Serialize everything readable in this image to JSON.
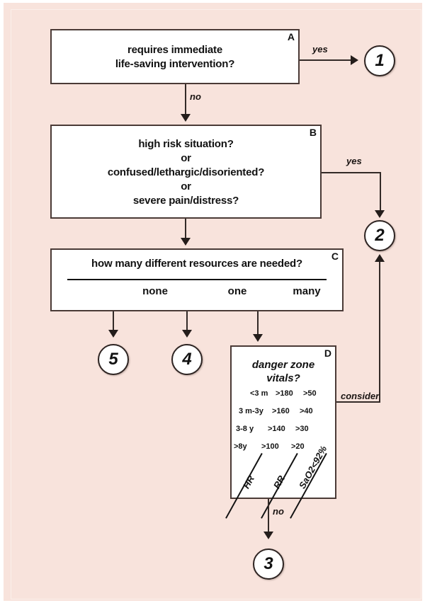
{
  "figure": {
    "title": "Emergency Severity Index triage algorithm",
    "background_color": "#f8e3dc",
    "box_fill": "#ffffff",
    "line_color": "#332a27"
  },
  "boxes": {
    "a": {
      "letter": "A",
      "line1": "requires immediate",
      "line2": "life-saving intervention?"
    },
    "b": {
      "letter": "B",
      "line1": "high risk situation?",
      "line2": "or",
      "line3": "confused/lethargic/disoriented?",
      "line4": "or",
      "line5": "severe pain/distress?"
    },
    "c": {
      "letter": "C",
      "question": "how many different resources are needed?",
      "options": [
        "none",
        "one",
        "many"
      ]
    },
    "d": {
      "letter": "D",
      "title_line1": "danger zone",
      "title_line2": "vitals?",
      "columns": [
        "HR",
        "RR",
        "SaO2<92%"
      ],
      "rows": [
        {
          "age": "<3 m",
          "hr": ">180",
          "rr": ">50"
        },
        {
          "age": "3 m-3y",
          "hr": ">160",
          "rr": ">40"
        },
        {
          "age": "3-8 y",
          "hr": ">140",
          "rr": ">30"
        },
        {
          "age": ">8y",
          "hr": ">100",
          "rr": ">20"
        }
      ]
    }
  },
  "outcomes": {
    "level1": "1",
    "level2": "2",
    "level3": "3",
    "level4": "4",
    "level5": "5"
  },
  "edges": {
    "a_yes": "yes",
    "a_no": "no",
    "b_yes": "yes",
    "d_consider": "consider",
    "d_no": "no"
  }
}
